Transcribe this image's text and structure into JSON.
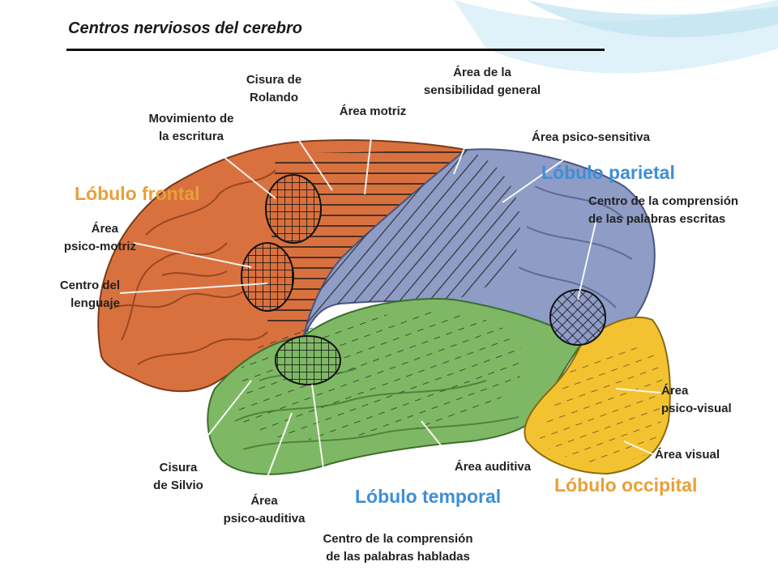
{
  "title": "Centros nerviosos del cerebro",
  "colors": {
    "frontal": "#d9713f",
    "parietal": "#8e9cc6",
    "temporal": "#7fb865",
    "occipital": "#f2c230",
    "frontal_label": "#e8a03a",
    "parietal_label": "#3d8fd6",
    "temporal_label": "#3d8fd6",
    "occipital_label": "#e8a03a"
  },
  "lobes": {
    "frontal": "Lóbulo frontal",
    "parietal": "Lóbulo parietal",
    "temporal": "Lóbulo temporal",
    "occipital": "Lóbulo occipital"
  },
  "labels": {
    "cisura_rolando": [
      "Cisura de",
      "Rolando"
    ],
    "movimiento_escritura": [
      "Movimiento de",
      "la escritura"
    ],
    "area_motriz": "Área motriz",
    "sensibilidad_general": [
      "Área de la",
      "sensibilidad general"
    ],
    "psico_sensitiva": "Área psico-sensitiva",
    "comprension_escritas": [
      "Centro de la comprensión",
      "de las palabras escritas"
    ],
    "psico_motriz": [
      "Área",
      "psico-motriz"
    ],
    "centro_lenguaje": [
      "Centro del",
      "lenguaje"
    ],
    "psico_visual": [
      "Área",
      "psico-visual"
    ],
    "area_visual": "Área visual",
    "area_auditiva": "Área auditiva",
    "cisura_silvio": [
      "Cisura",
      "de Silvio"
    ],
    "psico_auditiva": [
      "Área",
      "psico-auditiva"
    ],
    "comprension_habladas": [
      "Centro de la comprensión",
      "de las palabras habladas"
    ]
  }
}
